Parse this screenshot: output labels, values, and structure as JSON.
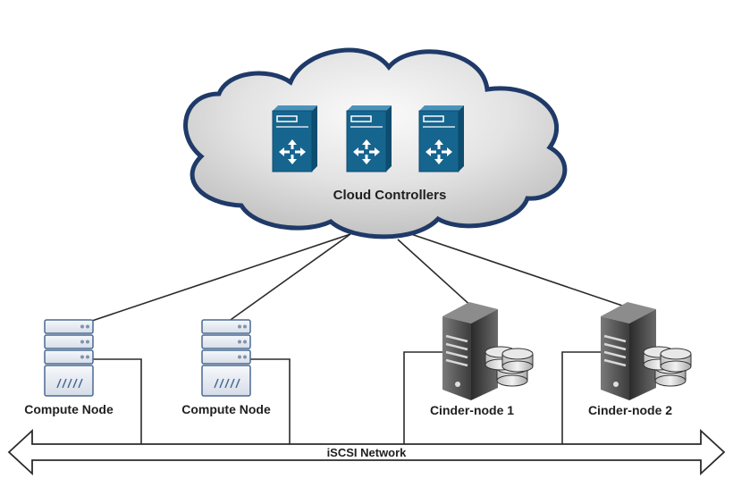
{
  "diagram": {
    "cloud": {
      "label": "Cloud Controllers",
      "controllers": [
        {
          "icon": "router-server-icon"
        },
        {
          "icon": "router-server-icon"
        },
        {
          "icon": "router-server-icon"
        }
      ]
    },
    "nodes": [
      {
        "label": "Compute Node",
        "icon": "rack-server-icon"
      },
      {
        "label": "Compute Node",
        "icon": "rack-server-icon"
      },
      {
        "label": "Cinder-node 1",
        "icon": "storage-server-icon"
      },
      {
        "label": "Cinder-node 2",
        "icon": "storage-server-icon"
      }
    ],
    "network": {
      "label": "iSCSI Network"
    }
  },
  "colors": {
    "cloud_border": "#1f3a68",
    "cloud_fill": "#dcdcdc",
    "controller_fill": "#15658f",
    "compute_fill": "#e9edf3",
    "compute_stroke": "#4a6a92",
    "storage_dark": "#3a3a3a",
    "line": "#2b2b2b"
  }
}
